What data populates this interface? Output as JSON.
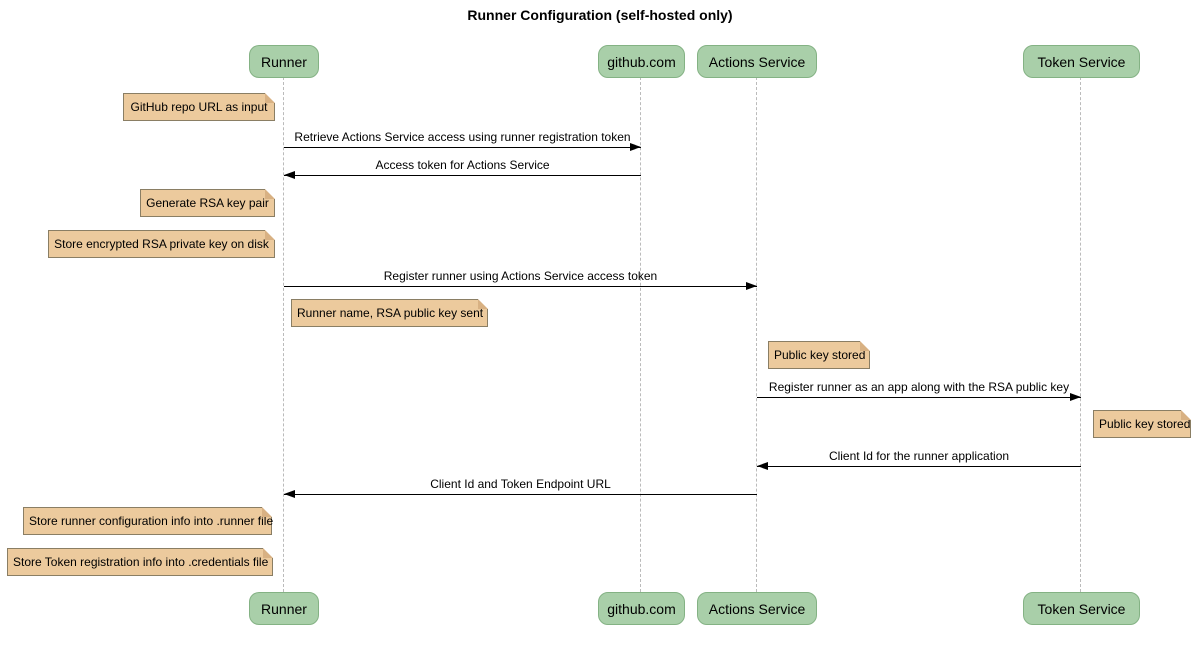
{
  "title": "Runner Configuration (self-hosted only)",
  "diagram_type": "sequence",
  "colors": {
    "background": "#FFFFFF",
    "actor_fill": "#A9CFA9",
    "actor_border": "#84B284",
    "note_fill": "#ECCA9D",
    "note_border": "#8A7E64",
    "note_fold": "#D8B183",
    "lifeline": "#BBBBBB",
    "arrow": "#000000",
    "text": "#000000"
  },
  "actors": [
    {
      "label": "Runner"
    },
    {
      "label": "github.com"
    },
    {
      "label": "Actions Service"
    },
    {
      "label": "Token Service"
    }
  ],
  "notes": [
    {
      "text": "GitHub repo URL as input",
      "actor": "Runner",
      "side": "left"
    },
    {
      "text": "Generate RSA key pair",
      "actor": "Runner",
      "side": "left"
    },
    {
      "text": "Store encrypted RSA private key on disk",
      "actor": "Runner",
      "side": "left"
    },
    {
      "text": "Runner name, RSA public key sent",
      "actor": "Runner",
      "side": "right"
    },
    {
      "text": "Public key stored",
      "actor": "Actions Service",
      "side": "right"
    },
    {
      "text": "Public key stored",
      "actor": "Token Service",
      "side": "right"
    },
    {
      "text": "Store runner configuration info into .runner file",
      "actor": "Runner",
      "side": "left"
    },
    {
      "text": "Store Token registration info into .credentials file",
      "actor": "Runner",
      "side": "left"
    }
  ],
  "messages": [
    {
      "label": "Retrieve Actions Service access using runner registration token",
      "from": "Runner",
      "to": "github.com"
    },
    {
      "label": "Access token for Actions Service",
      "from": "github.com",
      "to": "Runner"
    },
    {
      "label": "Register runner using Actions Service access token",
      "from": "Runner",
      "to": "Actions Service"
    },
    {
      "label": "Register runner as an app along with the RSA public key",
      "from": "Actions Service",
      "to": "Token Service"
    },
    {
      "label": "Client Id for the runner application",
      "from": "Token Service",
      "to": "Actions Service"
    },
    {
      "label": "Client Id and Token Endpoint URL",
      "from": "Actions Service",
      "to": "Runner"
    }
  ]
}
